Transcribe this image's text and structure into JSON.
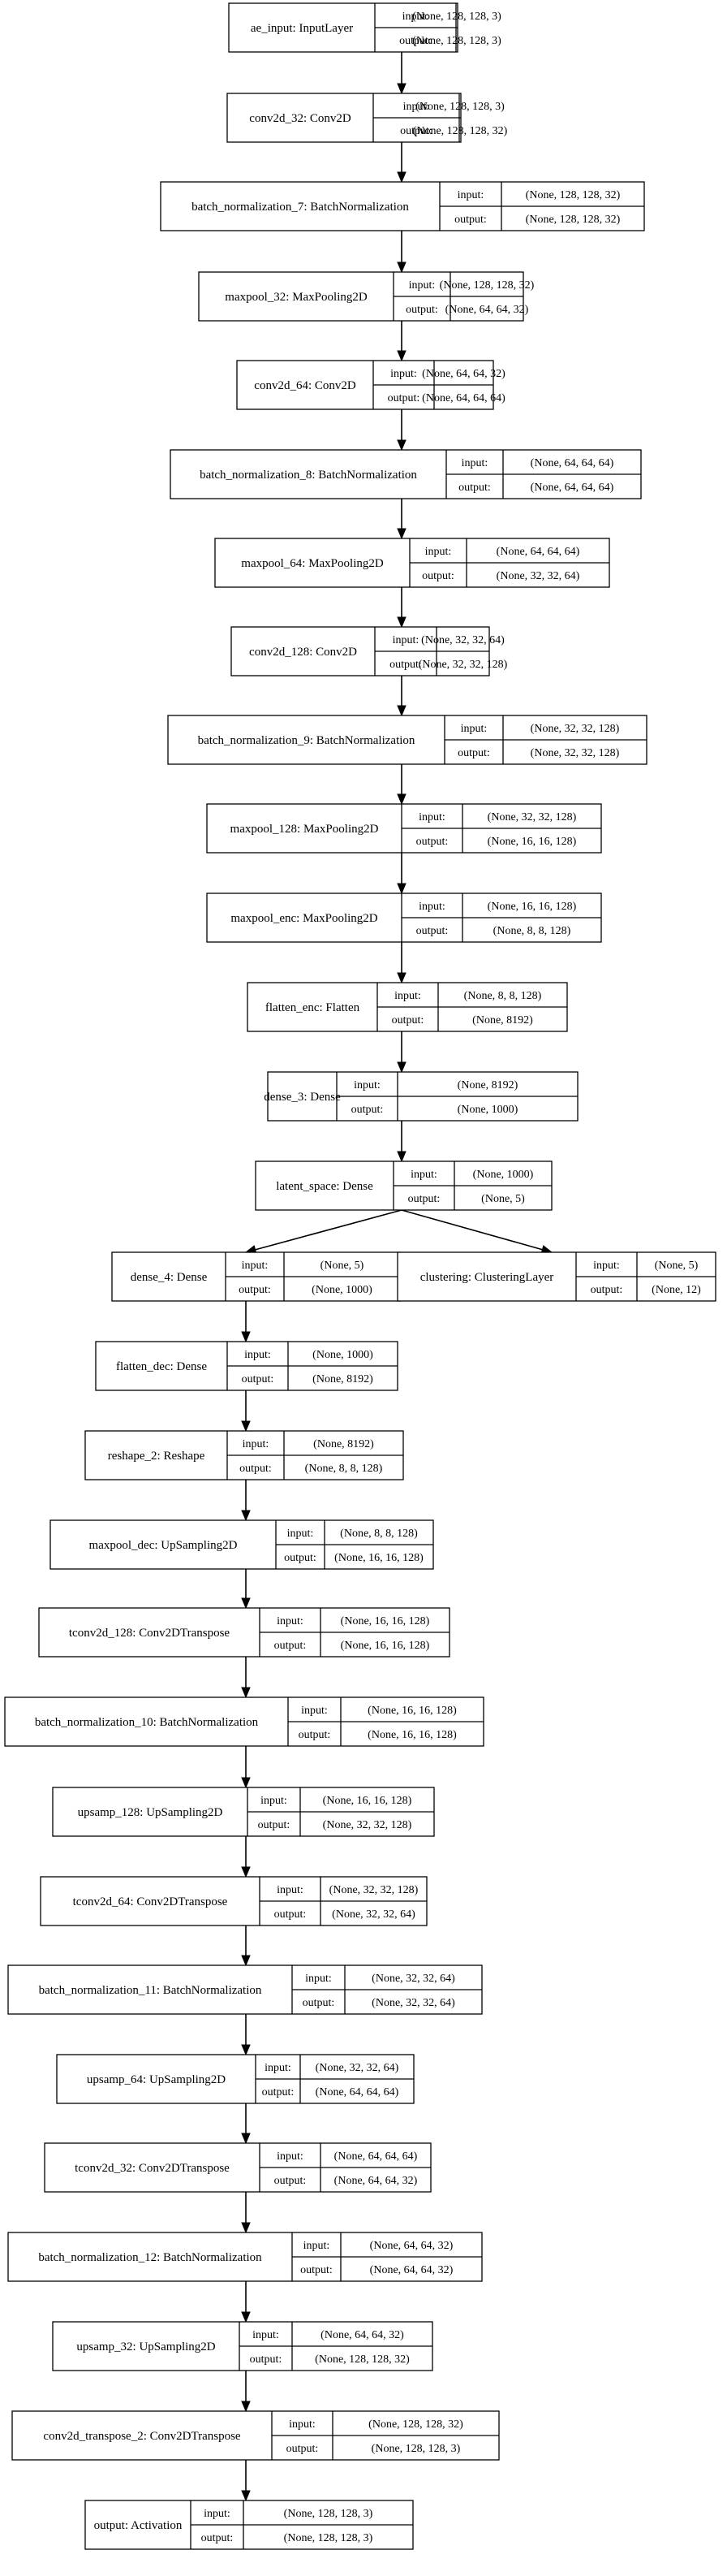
{
  "io_labels": {
    "input": "input:",
    "output": "output:"
  },
  "layers": [
    {
      "id": "ae_input",
      "name": "ae_input: InputLayer",
      "input": "(None, 128, 128, 3)",
      "output": "(None, 128, 128, 3)"
    },
    {
      "id": "conv2d_32",
      "name": "conv2d_32: Conv2D",
      "input": "(None, 128, 128, 3)",
      "output": "(None, 128, 128, 32)"
    },
    {
      "id": "batch_normalization_7",
      "name": "batch_normalization_7: BatchNormalization",
      "input": "(None, 128, 128, 32)",
      "output": "(None, 128, 128, 32)"
    },
    {
      "id": "maxpool_32",
      "name": "maxpool_32: MaxPooling2D",
      "input": "(None, 128, 128, 32)",
      "output": "(None, 64, 64, 32)"
    },
    {
      "id": "conv2d_64",
      "name": "conv2d_64: Conv2D",
      "input": "(None, 64, 64, 32)",
      "output": "(None, 64, 64, 64)"
    },
    {
      "id": "batch_normalization_8",
      "name": "batch_normalization_8: BatchNormalization",
      "input": "(None, 64, 64, 64)",
      "output": "(None, 64, 64, 64)"
    },
    {
      "id": "maxpool_64",
      "name": "maxpool_64: MaxPooling2D",
      "input": "(None, 64, 64, 64)",
      "output": "(None, 32, 32, 64)"
    },
    {
      "id": "conv2d_128",
      "name": "conv2d_128: Conv2D",
      "input": "(None, 32, 32, 64)",
      "output": "(None, 32, 32, 128)"
    },
    {
      "id": "batch_normalization_9",
      "name": "batch_normalization_9: BatchNormalization",
      "input": "(None, 32, 32, 128)",
      "output": "(None, 32, 32, 128)"
    },
    {
      "id": "maxpool_128",
      "name": "maxpool_128: MaxPooling2D",
      "input": "(None, 32, 32, 128)",
      "output": "(None, 16, 16, 128)"
    },
    {
      "id": "maxpool_enc",
      "name": "maxpool_enc: MaxPooling2D",
      "input": "(None, 16, 16, 128)",
      "output": "(None, 8, 8, 128)"
    },
    {
      "id": "flatten_enc",
      "name": "flatten_enc: Flatten",
      "input": "(None, 8, 8, 128)",
      "output": "(None, 8192)"
    },
    {
      "id": "dense_3",
      "name": "dense_3: Dense",
      "input": "(None, 8192)",
      "output": "(None, 1000)"
    },
    {
      "id": "latent_space",
      "name": "latent_space: Dense",
      "input": "(None, 1000)",
      "output": "(None, 5)"
    },
    {
      "id": "dense_4",
      "name": "dense_4: Dense",
      "input": "(None, 5)",
      "output": "(None, 1000)"
    },
    {
      "id": "clustering",
      "name": "clustering: ClusteringLayer",
      "input": "(None, 5)",
      "output": "(None, 12)"
    },
    {
      "id": "flatten_dec",
      "name": "flatten_dec: Dense",
      "input": "(None, 1000)",
      "output": "(None, 8192)"
    },
    {
      "id": "reshape_2",
      "name": "reshape_2: Reshape",
      "input": "(None, 8192)",
      "output": "(None, 8, 8, 128)"
    },
    {
      "id": "maxpool_dec",
      "name": "maxpool_dec: UpSampling2D",
      "input": "(None, 8, 8, 128)",
      "output": "(None, 16, 16, 128)"
    },
    {
      "id": "tconv2d_128",
      "name": "tconv2d_128: Conv2DTranspose",
      "input": "(None, 16, 16, 128)",
      "output": "(None, 16, 16, 128)"
    },
    {
      "id": "batch_normalization_10",
      "name": "batch_normalization_10: BatchNormalization",
      "input": "(None, 16, 16, 128)",
      "output": "(None, 16, 16, 128)"
    },
    {
      "id": "upsamp_128",
      "name": "upsamp_128: UpSampling2D",
      "input": "(None, 16, 16, 128)",
      "output": "(None, 32, 32, 128)"
    },
    {
      "id": "tconv2d_64",
      "name": "tconv2d_64: Conv2DTranspose",
      "input": "(None, 32, 32, 128)",
      "output": "(None, 32, 32, 64)"
    },
    {
      "id": "batch_normalization_11",
      "name": "batch_normalization_11: BatchNormalization",
      "input": "(None, 32, 32, 64)",
      "output": "(None, 32, 32, 64)"
    },
    {
      "id": "upsamp_64",
      "name": "upsamp_64: UpSampling2D",
      "input": "(None, 32, 32, 64)",
      "output": "(None, 64, 64, 64)"
    },
    {
      "id": "tconv2d_32",
      "name": "tconv2d_32: Conv2DTranspose",
      "input": "(None, 64, 64, 64)",
      "output": "(None, 64, 64, 32)"
    },
    {
      "id": "batch_normalization_12",
      "name": "batch_normalization_12: BatchNormalization",
      "input": "(None, 64, 64, 32)",
      "output": "(None, 64, 64, 32)"
    },
    {
      "id": "upsamp_32",
      "name": "upsamp_32: UpSampling2D",
      "input": "(None, 64, 64, 32)",
      "output": "(None, 128, 128, 32)"
    },
    {
      "id": "conv2d_transpose_2",
      "name": "conv2d_transpose_2: Conv2DTranspose",
      "input": "(None, 128, 128, 32)",
      "output": "(None, 128, 128, 3)"
    },
    {
      "id": "output",
      "name": "output: Activation",
      "input": "(None, 128, 128, 3)",
      "output": "(None, 128, 128, 3)"
    }
  ],
  "edges": [
    [
      "ae_input",
      "conv2d_32"
    ],
    [
      "conv2d_32",
      "batch_normalization_7"
    ],
    [
      "batch_normalization_7",
      "maxpool_32"
    ],
    [
      "maxpool_32",
      "conv2d_64"
    ],
    [
      "conv2d_64",
      "batch_normalization_8"
    ],
    [
      "batch_normalization_8",
      "maxpool_64"
    ],
    [
      "maxpool_64",
      "conv2d_128"
    ],
    [
      "conv2d_128",
      "batch_normalization_9"
    ],
    [
      "batch_normalization_9",
      "maxpool_128"
    ],
    [
      "maxpool_128",
      "maxpool_enc"
    ],
    [
      "maxpool_enc",
      "flatten_enc"
    ],
    [
      "flatten_enc",
      "dense_3"
    ],
    [
      "dense_3",
      "latent_space"
    ],
    [
      "latent_space",
      "dense_4"
    ],
    [
      "latent_space",
      "clustering"
    ],
    [
      "dense_4",
      "flatten_dec"
    ],
    [
      "flatten_dec",
      "reshape_2"
    ],
    [
      "reshape_2",
      "maxpool_dec"
    ],
    [
      "maxpool_dec",
      "tconv2d_128"
    ],
    [
      "tconv2d_128",
      "batch_normalization_10"
    ],
    [
      "batch_normalization_10",
      "upsamp_128"
    ],
    [
      "upsamp_128",
      "tconv2d_64"
    ],
    [
      "tconv2d_64",
      "batch_normalization_11"
    ],
    [
      "batch_normalization_11",
      "upsamp_64"
    ],
    [
      "upsamp_64",
      "tconv2d_32"
    ],
    [
      "tconv2d_32",
      "batch_normalization_12"
    ],
    [
      "batch_normalization_12",
      "upsamp_32"
    ],
    [
      "upsamp_32",
      "conv2d_transpose_2"
    ],
    [
      "conv2d_transpose_2",
      "output"
    ]
  ]
}
